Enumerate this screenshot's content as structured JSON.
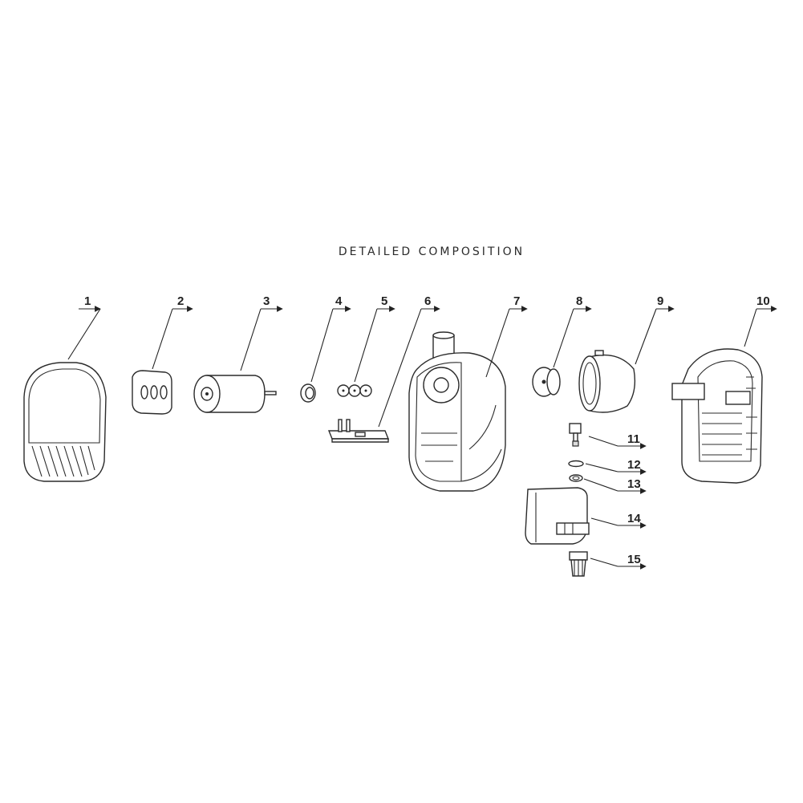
{
  "diagram": {
    "title": "DETAILED COMPOSITION",
    "callouts": [
      {
        "id": "1",
        "label": "1"
      },
      {
        "id": "2",
        "label": "2"
      },
      {
        "id": "3",
        "label": "3"
      },
      {
        "id": "4",
        "label": "4"
      },
      {
        "id": "5",
        "label": "5"
      },
      {
        "id": "6",
        "label": "6"
      },
      {
        "id": "7",
        "label": "7"
      },
      {
        "id": "8",
        "label": "8"
      },
      {
        "id": "9",
        "label": "9"
      },
      {
        "id": "10",
        "label": "10"
      },
      {
        "id": "11",
        "label": "11"
      },
      {
        "id": "12",
        "label": "12"
      },
      {
        "id": "13",
        "label": "13"
      },
      {
        "id": "14",
        "label": "14"
      },
      {
        "id": "15",
        "label": "15"
      }
    ]
  }
}
